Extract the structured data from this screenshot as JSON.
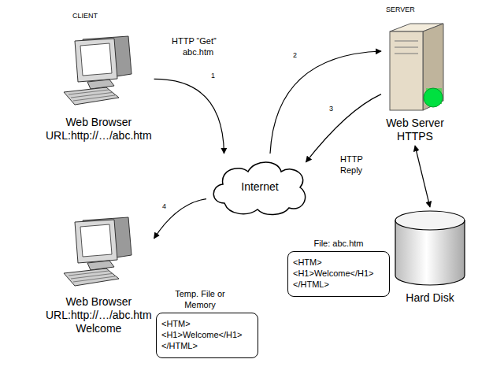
{
  "diagram": {
    "nodes": [
      {
        "text": [
          "Web Browser",
          "URL:http://…/abc.htm"
        ]
      },
      {
        "text": [
          "Web Server",
          "HTTPS"
        ]
      },
      {
        "text": [
          "Internet"
        ]
      },
      {
        "text": [
          "Hard Disk"
        ]
      },
      {
        "text": [
          "File: abc.htm",
          "<HTM>",
          "<H1>Welcome</H1>",
          "</HTML>"
        ]
      },
      {
        "text": [
          "Web Browser",
          "URL:http://…/abc.htm",
          "Welcome"
        ]
      },
      {
        "text": [
          "Temp. File or Memory",
          "<HTM>",
          "<H1>Welcome</H1>",
          "</HTML>"
        ]
      }
    ],
    "edges": [
      {
        "from": 0,
        "to": 2,
        "arrow": "to"
      },
      {
        "from": 2,
        "to": 1,
        "arrow": "to"
      },
      {
        "from": 1,
        "to": 2,
        "arrow": "to"
      },
      {
        "from": 2,
        "to": 5,
        "arrow": "to"
      },
      {
        "from": 1,
        "to": 3,
        "arrow": "both"
      }
    ],
    "labels": [
      "CLIENT",
      "SERVER",
      "HTTP “Get”",
      "abc.htm",
      "1",
      "2",
      "3",
      "HTTP",
      "Reply",
      "4"
    ]
  }
}
